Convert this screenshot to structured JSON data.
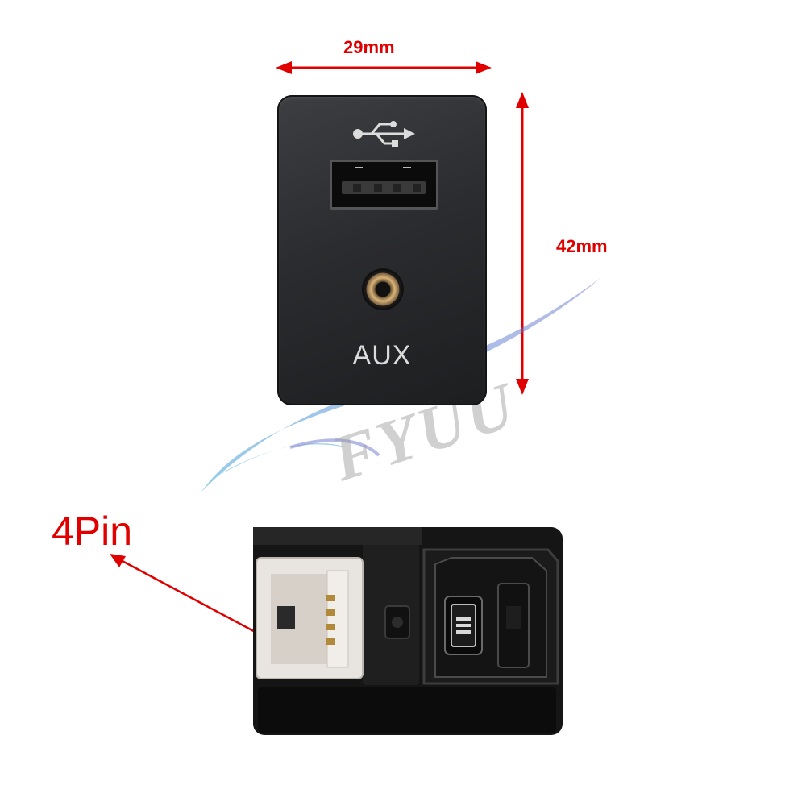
{
  "dimensions": {
    "width_label": "29mm",
    "height_label": "42mm"
  },
  "front_panel": {
    "aux_label": "AUX",
    "icons": [
      "usb-icon"
    ]
  },
  "rear_connector": {
    "pin_label": "4Pin"
  },
  "watermark": {
    "text": "FYUU"
  },
  "colors": {
    "annotation": "#e00000",
    "panel": "#2b2c2f",
    "aux_jack": "#d8b47a",
    "connector_plug": "#e8e4df"
  }
}
